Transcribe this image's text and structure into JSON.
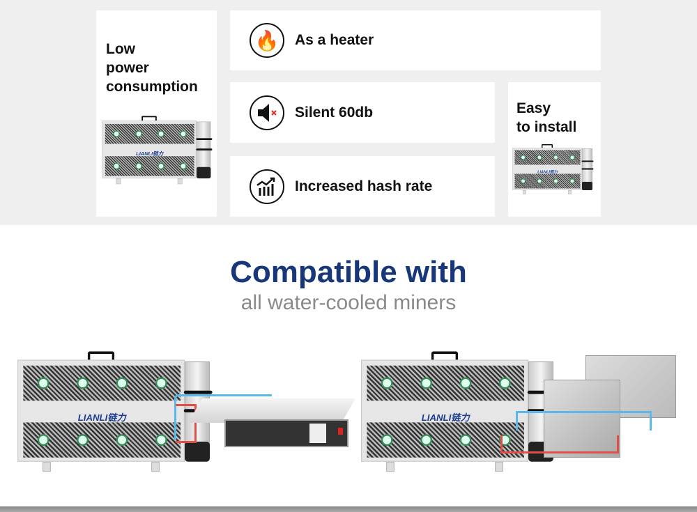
{
  "features": {
    "low_power": "Low power consumption",
    "low_power_lines": [
      "Low",
      "power",
      "consumption"
    ],
    "heater": "As a heater",
    "silent": "Silent  60db",
    "hash_rate": "Increased hash rate",
    "easy_install_lines": [
      "Easy",
      "to install"
    ]
  },
  "headline": {
    "title": "Compatible with",
    "subtitle": "all water-cooled miners"
  },
  "product": {
    "logo": "LIANLI链力"
  },
  "colors": {
    "title": "#17377a",
    "cold_pipe": "#5bb8e8",
    "hot_pipe": "#e0504a"
  }
}
